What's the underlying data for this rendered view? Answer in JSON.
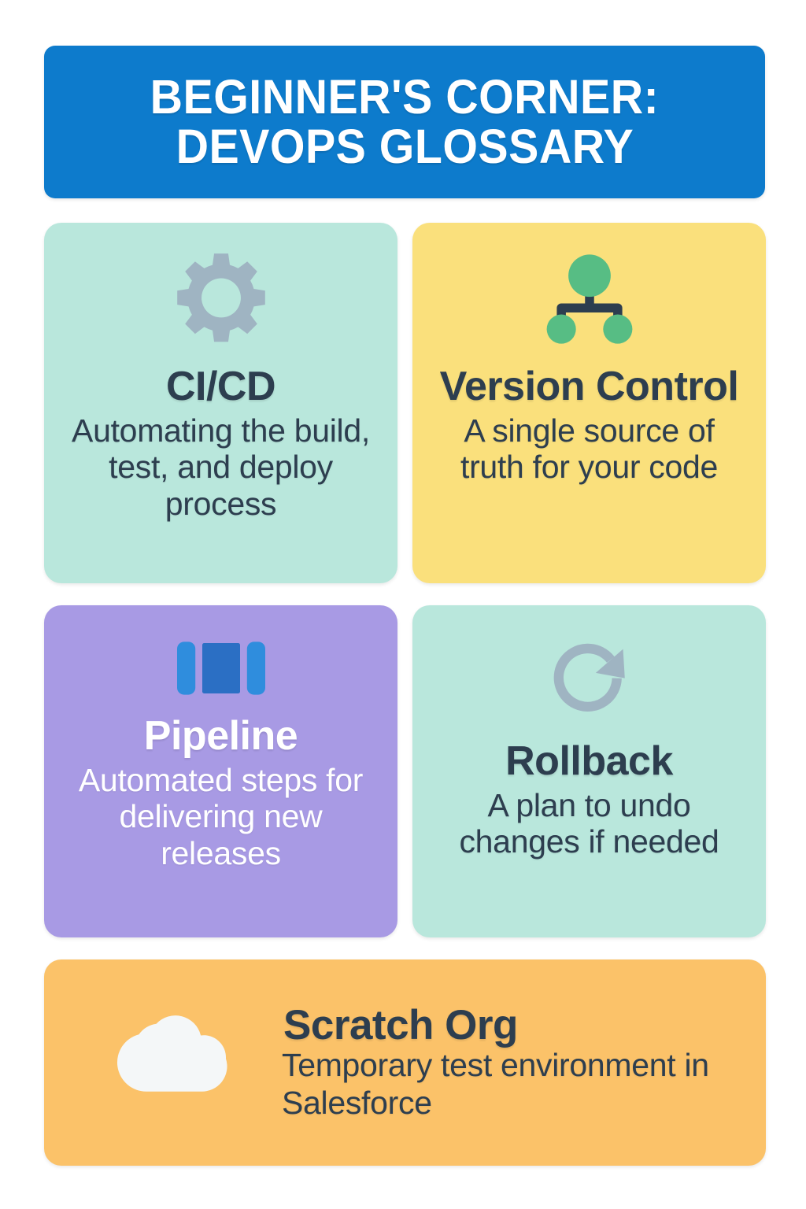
{
  "header": {
    "line1": "BEGINNER'S CORNER:",
    "line2": "DEVOPS GLOSSARY",
    "background_color": "#0d7bcc",
    "text_color": "#ffffff"
  },
  "colors": {
    "mint": "#b9e7dc",
    "yellow": "#fae07c",
    "purple": "#a89ae4",
    "orange": "#fbc269",
    "dark_text": "#2d3e4f",
    "white_text": "#ffffff",
    "gear_gray": "#9fb4c2",
    "node_green": "#57bd84",
    "pipe_blue_light": "#2f8ddd",
    "pipe_blue_dark": "#2b6fc4",
    "rollback_gray": "#9fb4c2",
    "cloud_white": "#f4f7f8",
    "page_background": "#ffffff"
  },
  "cards": [
    {
      "id": "cicd",
      "icon": "gear-icon",
      "title": "CI/CD",
      "desc": "Automating the build, test, and deploy process",
      "background_color": "#b9e7dc",
      "text_color": "#2d3e4f"
    },
    {
      "id": "version-control",
      "icon": "node-tree-icon",
      "title": "Version Control",
      "desc": "A single source of truth for your code",
      "background_color": "#fae07c",
      "text_color": "#2d3e4f"
    },
    {
      "id": "pipeline",
      "icon": "pipeline-icon",
      "title": "Pipeline",
      "desc": "Automated steps for delivering new releases",
      "background_color": "#a89ae4",
      "text_color": "#ffffff"
    },
    {
      "id": "rollback",
      "icon": "rotate-arrow-icon",
      "title": "Rollback",
      "desc": "A plan to undo changes if needed",
      "background_color": "#b9e7dc",
      "text_color": "#2d3e4f"
    }
  ],
  "wide_card": {
    "id": "scratch-org",
    "icon": "cloud-icon",
    "title": "Scratch Org",
    "desc": "Temporary test environment in Salesforce",
    "background_color": "#fbc269",
    "text_color": "#2d3e4f"
  }
}
